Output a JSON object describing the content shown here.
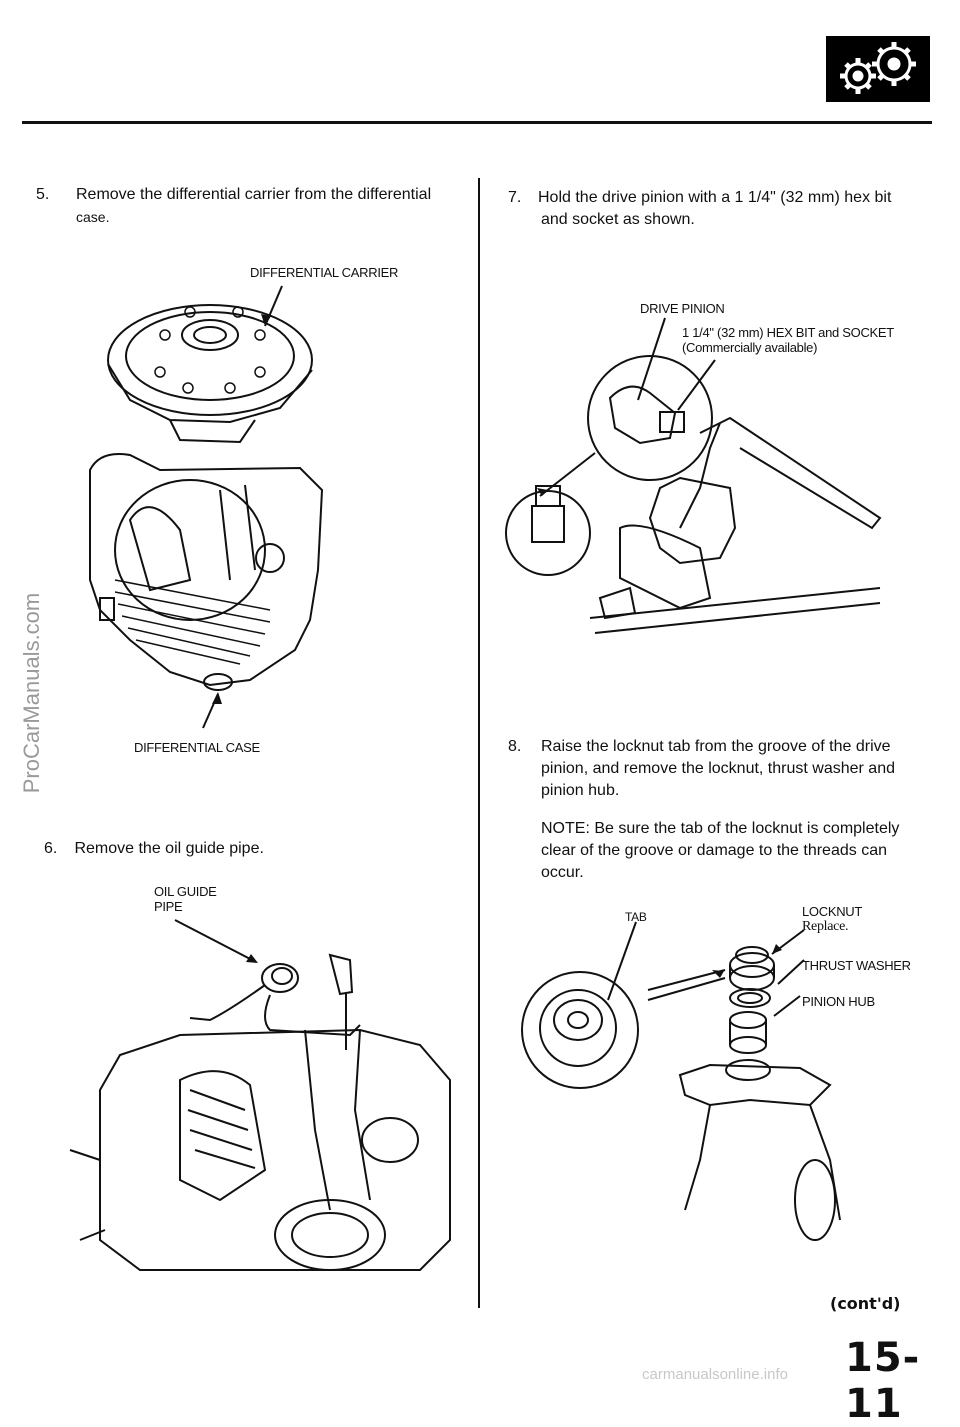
{
  "header": {
    "section_icon": "gear-icon"
  },
  "watermark": "ProCarManuals.com",
  "footer_watermark": "carmanualsonline.info",
  "steps": {
    "s5": {
      "num": "5.",
      "line1": "Remove the differential carrier from the differential",
      "line2": "case."
    },
    "s6": {
      "num": "6.",
      "text": "Remove the oil guide pipe."
    },
    "s7": {
      "num": "7.",
      "line1": "Hold the drive pinion with a 1 1/4\" (32 mm) hex bit",
      "line2": "and socket as shown."
    },
    "s8": {
      "num": "8.",
      "line1": "Raise the locknut tab from the groove of the drive",
      "line2": "pinion, and remove the locknut, thrust washer and",
      "line3": "pinion hub."
    },
    "note": {
      "line1": "NOTE: Be sure the tab of the locknut is completely",
      "line2": "clear of the groove or damage to the threads can",
      "line3": "occur."
    }
  },
  "labels": {
    "diff_carrier": "DIFFERENTIAL CARRIER",
    "diff_case": "DIFFERENTIAL CASE",
    "oil_guide_1": "OIL GUIDE",
    "oil_guide_2": "PIPE",
    "drive_pinion": "DRIVE PINION",
    "hex_bit_1": "1 1/4\" (32 mm) HEX BIT and SOCKET",
    "hex_bit_2": "(Commercially available)",
    "tab": "TAB",
    "locknut": "LOCKNUT",
    "replace": "Replace.",
    "thrust_washer": "THRUST WASHER",
    "pinion_hub": "PINION HUB"
  },
  "footer": {
    "contd": "(cont'd)",
    "page": "15-11"
  }
}
